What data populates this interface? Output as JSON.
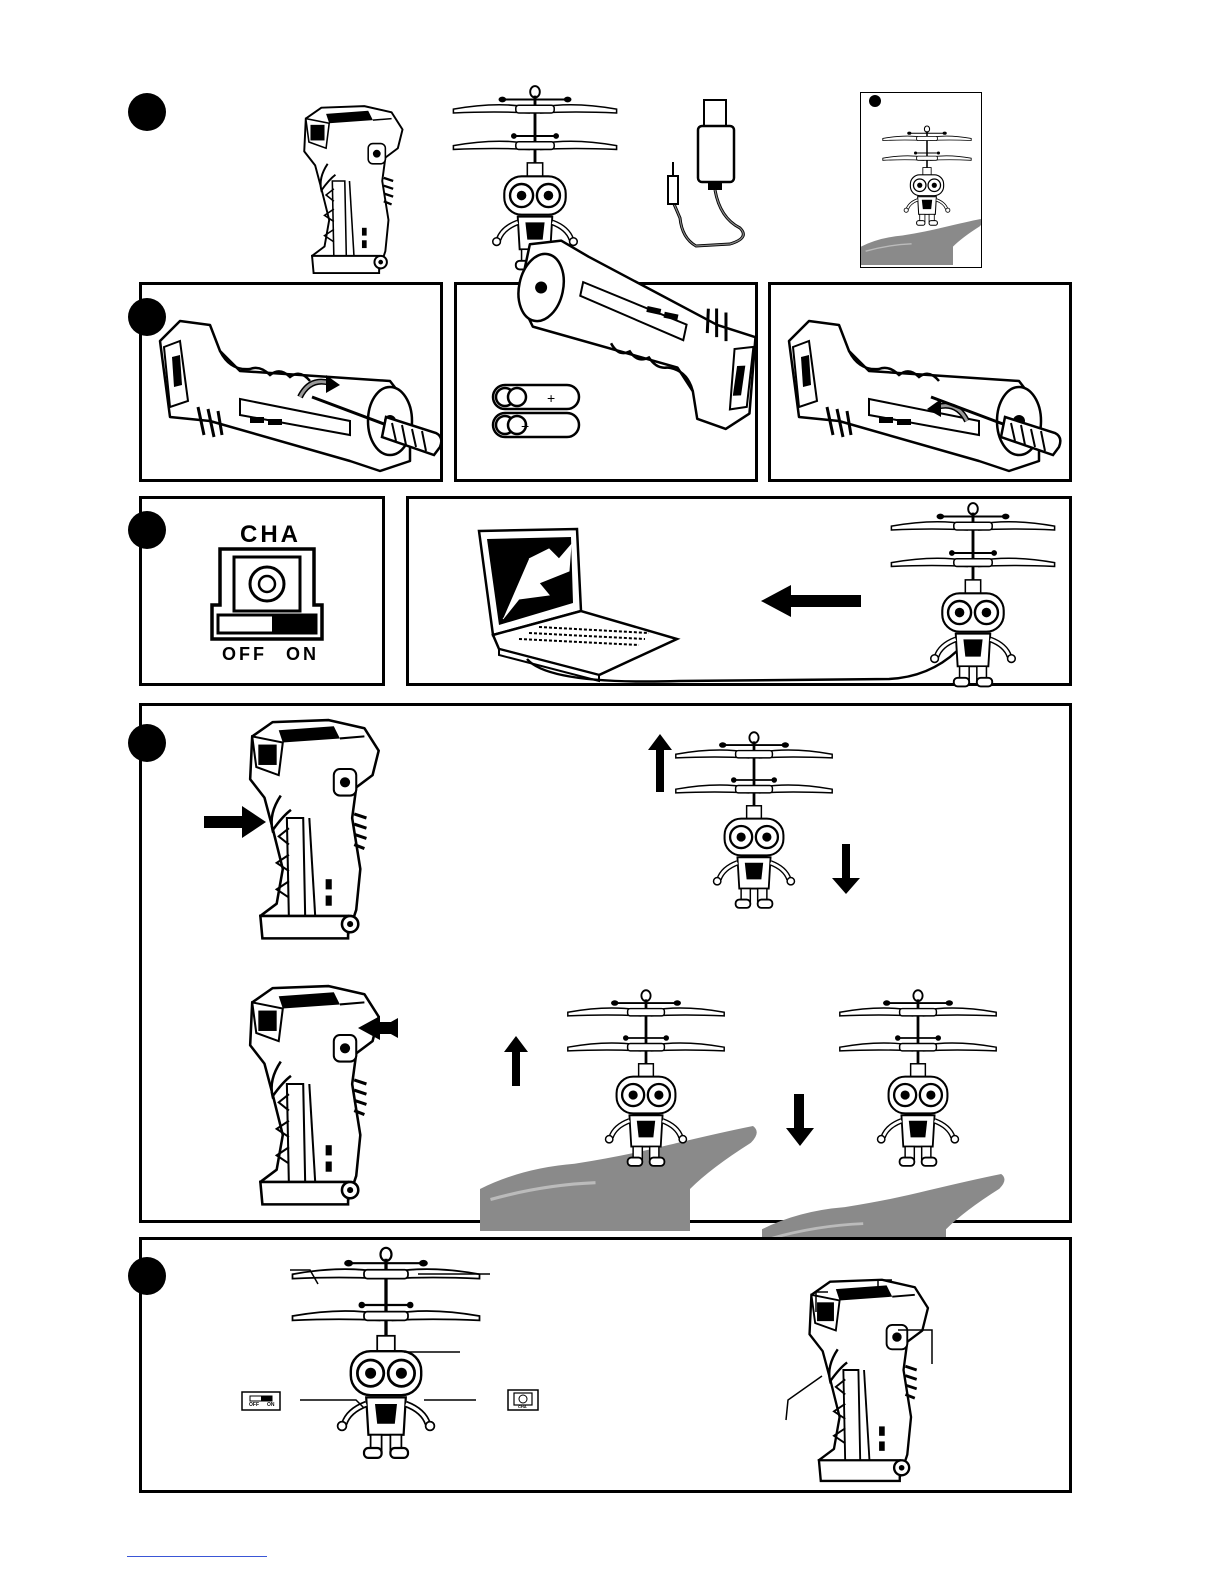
{
  "steps": {
    "step3": {
      "switch_title": "CHA",
      "off_label": "OFF",
      "on_label": "ON"
    },
    "step5": {
      "mini_switch_off": "OFF",
      "mini_switch_on": "ON",
      "mini_cha": "CHA"
    }
  },
  "icons": [
    "controller-icon",
    "robot-helicopter-icon",
    "usb-cable-icon",
    "manual-booklet-icon",
    "screwdriver-icon",
    "battery-icon",
    "laptop-icon",
    "arrow-icon",
    "hand-icon"
  ]
}
